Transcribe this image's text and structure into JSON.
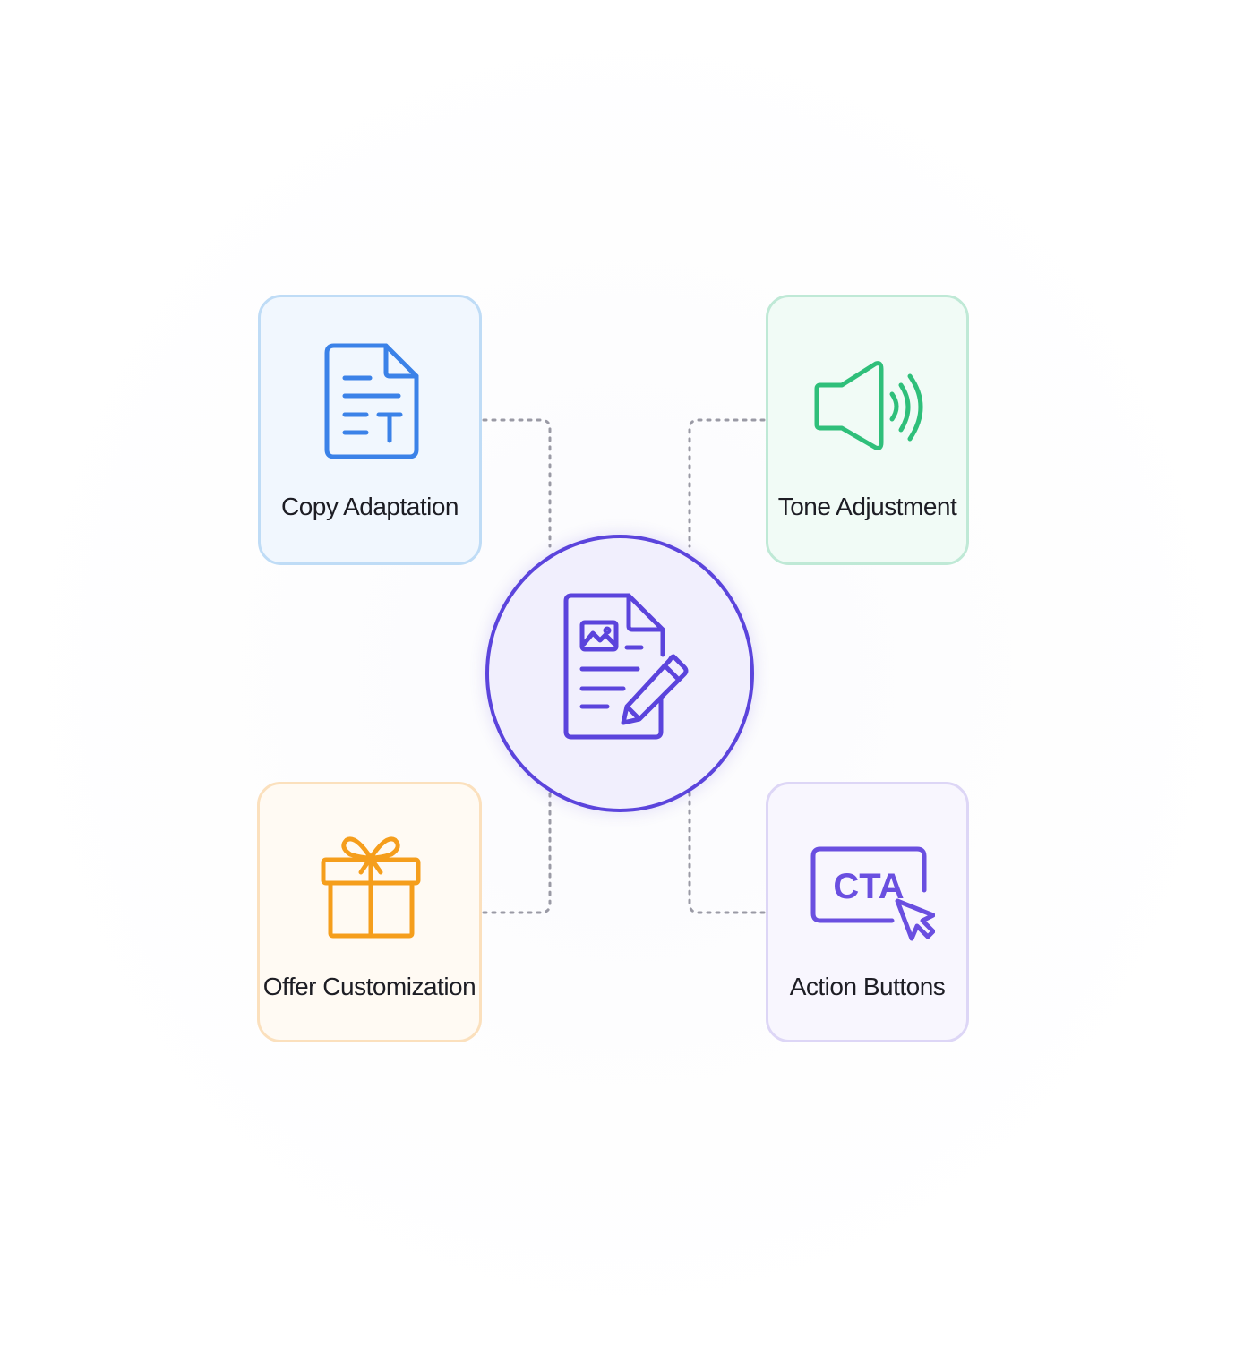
{
  "nodes": {
    "copy_adaptation": {
      "label": "Copy Adaptation",
      "icon": "document-text-icon",
      "color": "#3b82e8",
      "border": "#bfdcf6",
      "fill": "#f1f7fe"
    },
    "tone_adjustment": {
      "label": "Tone Adjustment",
      "icon": "speaker-icon",
      "color": "#2fbf7a",
      "border": "#bfe9d6",
      "fill": "#f1fbf6"
    },
    "offer_customization": {
      "label": "Offer Customization",
      "icon": "gift-icon",
      "color": "#f59e1c",
      "border": "#fbe0bd",
      "fill": "#fffaf3"
    },
    "action_buttons": {
      "label": "Action Buttons",
      "icon": "cta-cursor-icon",
      "color": "#6a4fe0",
      "border": "#ddd6f6",
      "fill": "#f8f6fe",
      "icon_text": "CTA"
    }
  },
  "hub": {
    "icon": "document-edit-icon",
    "color": "#5b44dc",
    "fill": "#f1effd"
  },
  "connector_color": "#9a9aa5"
}
